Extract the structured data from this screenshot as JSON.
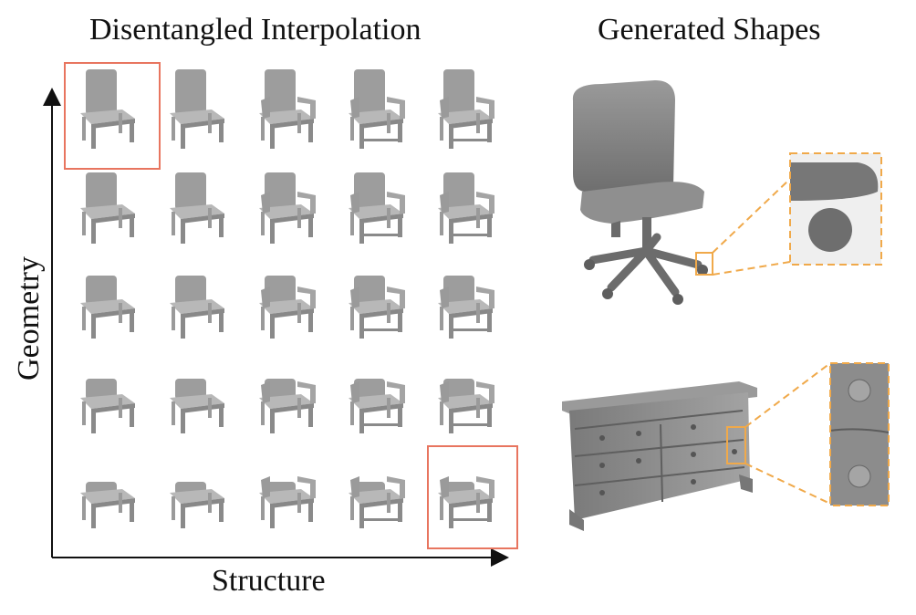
{
  "figure": {
    "left_title": "Disentangled Interpolation",
    "right_title": "Generated Shapes",
    "x_axis_label": "Structure",
    "y_axis_label": "Geometry"
  },
  "grid": {
    "rows": 5,
    "cols": 5,
    "highlighted_cells": [
      "r1c1",
      "r5c5"
    ]
  },
  "shapes": [
    "office-chair",
    "dresser"
  ],
  "colors": {
    "highlight": "#e8755f",
    "zoom": "#f0a94a",
    "shape_gray": "#8a8a8a"
  }
}
